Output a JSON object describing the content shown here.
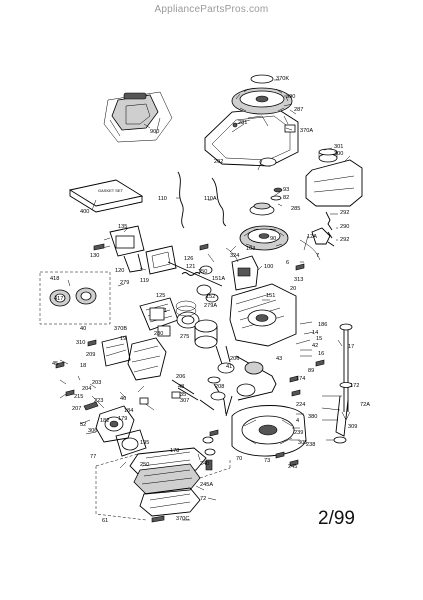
{
  "watermark": "AppliancePartsPros.com",
  "revision": "2/99",
  "gasket_set_label": "GASKET SET",
  "part_labels": [
    "370K",
    "390",
    "287",
    "281",
    "370A",
    "202",
    "301",
    "300",
    "900",
    "93",
    "82",
    "285",
    "292",
    "290",
    "292",
    "90",
    "12A",
    "110",
    "110A",
    "400",
    "135",
    "324",
    "103",
    "100",
    "7",
    "126",
    "121",
    "150",
    "313",
    "20",
    "6",
    "130",
    "120",
    "119",
    "151A",
    "418",
    "417",
    "279",
    "125",
    "152",
    "151",
    "1",
    "280",
    "279A",
    "40",
    "370B",
    "186",
    "14",
    "15",
    "19",
    "275",
    "42",
    "16",
    "17",
    "310",
    "209",
    "206",
    "41",
    "43",
    "89",
    "18",
    "208",
    "45",
    "215",
    "204",
    "203",
    "206",
    "48",
    "35",
    "172",
    "307",
    "174",
    "179",
    "46",
    "207",
    "223",
    "224",
    "52",
    "182",
    "184",
    "380",
    "72A",
    "309",
    "306",
    "195",
    "239",
    "305",
    "70",
    "73",
    "77",
    "178",
    "250",
    "245A",
    "245",
    "72",
    "240",
    "61",
    "370C",
    "238",
    "4",
    "2"
  ]
}
